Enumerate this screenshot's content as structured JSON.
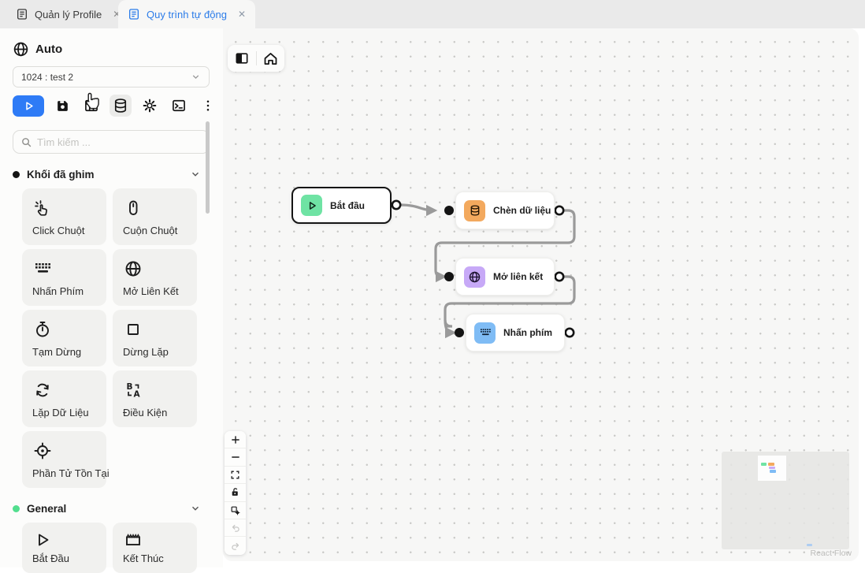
{
  "tabs": {
    "close_glyph": "✕",
    "items": [
      {
        "label": "Quản lý Profile",
        "icon": "profile-doc-icon",
        "active": false
      },
      {
        "label": "Quy trình tự động",
        "icon": "workflow-doc-icon",
        "active": true
      }
    ]
  },
  "sidebar": {
    "title": "Auto",
    "title_icon": "globe-icon",
    "profile_select": {
      "value": "1024 : test 2"
    },
    "toolbar": {
      "buttons": [
        "run",
        "save",
        "table",
        "data",
        "settings",
        "terminal",
        "more"
      ]
    },
    "search": {
      "placeholder": "Tìm kiếm ..."
    },
    "sections": [
      {
        "label": "Khối đã ghim",
        "dot_color": "#141414",
        "blocks": [
          {
            "label": "Click Chuột",
            "icon": "click-mouse-icon"
          },
          {
            "label": "Cuộn Chuột",
            "icon": "scroll-mouse-icon"
          },
          {
            "label": "Nhấn Phím",
            "icon": "keyboard-icon"
          },
          {
            "label": "Mở Liên Kết",
            "icon": "globe-icon"
          },
          {
            "label": "Tạm Dừng",
            "icon": "stopwatch-icon"
          },
          {
            "label": "Dừng Lặp",
            "icon": "stop-square-icon"
          },
          {
            "label": "Lặp Dữ Liệu",
            "icon": "loop-icon"
          },
          {
            "label": "Điều Kiện",
            "icon": "condition-icon"
          },
          {
            "label": "Phần Tử Tồn Tại",
            "icon": "crosshair-icon"
          }
        ]
      },
      {
        "label": "General",
        "dot_color": "#52de8e",
        "blocks": [
          {
            "label": "Bắt Đầu",
            "icon": "play-outline-icon"
          },
          {
            "label": "Kết Thúc",
            "icon": "end-clap-icon"
          }
        ]
      }
    ]
  },
  "canvas": {
    "accent": "#2e7bf6",
    "edge_color": "#9a9a9a",
    "nodes": [
      {
        "label": "Bắt đầu",
        "icon": "play-icon",
        "icon_bg": "#6fe3a4",
        "selected": true
      },
      {
        "label": "Chèn dữ liệu",
        "icon": "database-icon",
        "icon_bg": "#f3a95e",
        "selected": false
      },
      {
        "label": "Mở liên kết",
        "icon": "globe-icon",
        "icon_bg": "#c7a9f7",
        "selected": false
      },
      {
        "label": "Nhấn phím",
        "icon": "keyboard-icon",
        "icon_bg": "#7fbcf5",
        "selected": false
      }
    ],
    "controls": [
      "zoom-in",
      "zoom-out",
      "fit-view",
      "lock",
      "auto-layout",
      "undo",
      "redo"
    ],
    "attribution": "React Flow"
  }
}
